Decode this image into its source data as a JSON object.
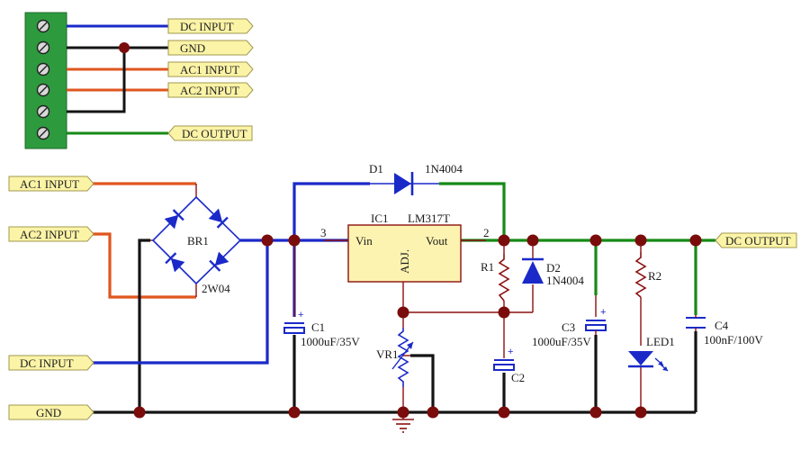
{
  "colors": {
    "wire_blue": "#1a29c8",
    "wire_black": "#141414",
    "wire_orange": "#e0561e",
    "wire_green": "#168a16",
    "junction": "#7a0c0c",
    "component_blue": "#1a29c8",
    "component_red": "#8b1010",
    "ic_fill": "#fdf3b0",
    "flag_fill": "#fbf3a6",
    "terminal_fill": "#2e9a3e"
  },
  "terminal_block": {
    "pins": [
      "DC INPUT",
      "GND",
      "AC1 INPUT",
      "AC2 INPUT",
      "",
      "DC OUTPUT"
    ]
  },
  "flags": {
    "dc_input_top": "DC INPUT",
    "gnd_top": "GND",
    "ac1_top": "AC1 INPUT",
    "ac2_top": "AC2 INPUT",
    "dc_output_top": "DC OUTPUT",
    "ac1_left": "AC1 INPUT",
    "ac2_left": "AC2 INPUT",
    "dc_input_left": "DC INPUT",
    "gnd_left": "GND",
    "dc_output_right": "DC OUTPUT"
  },
  "components": {
    "d1": {
      "ref": "D1",
      "value": "1N4004"
    },
    "ic1": {
      "ref": "IC1",
      "value": "LM317T",
      "pin_vin": "Vin",
      "pin_vout": "Vout",
      "pin_adj": "ADJ.",
      "pin3": "3",
      "pin2": "2"
    },
    "br1": {
      "ref": "BR1",
      "value": "2W04"
    },
    "c1": {
      "ref": "C1",
      "value": "1000uF/35V"
    },
    "vr1": {
      "ref": "VR1"
    },
    "r1": {
      "ref": "R1"
    },
    "c2": {
      "ref": "C2"
    },
    "d2": {
      "ref": "D2",
      "value": "1N4004"
    },
    "c3": {
      "ref": "C3",
      "value": "1000uF/35V"
    },
    "r2": {
      "ref": "R2"
    },
    "led1": {
      "ref": "LED1"
    },
    "c4": {
      "ref": "C4",
      "value": "100nF/100V"
    }
  }
}
